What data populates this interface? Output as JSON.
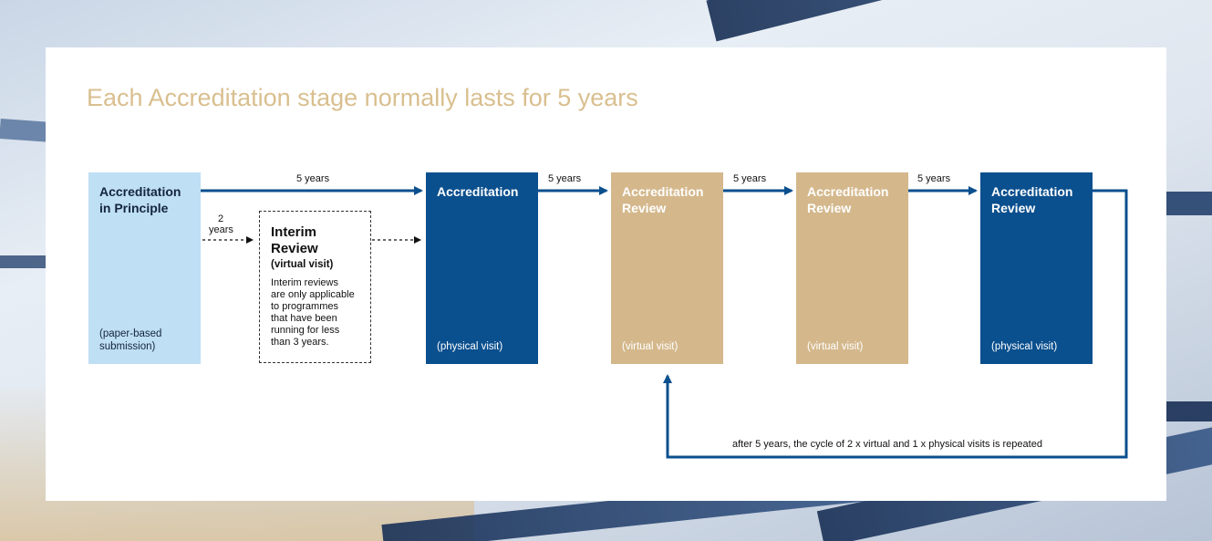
{
  "title": "Each Accreditation stage normally lasts for 5 years",
  "stages": [
    {
      "title_lines": [
        "Accreditation",
        "in Principle"
      ],
      "footer_lines": [
        "(paper-based",
        "submission)"
      ]
    },
    {
      "title_lines": [
        "Accreditation"
      ],
      "footer_lines": [
        "(physical visit)"
      ]
    },
    {
      "title_lines": [
        "Accreditation",
        "Review"
      ],
      "footer_lines": [
        "(virtual visit)"
      ]
    },
    {
      "title_lines": [
        "Accreditation",
        "Review"
      ],
      "footer_lines": [
        "(virtual visit)"
      ]
    },
    {
      "title_lines": [
        "Accreditation",
        "Review"
      ],
      "footer_lines": [
        "(physical visit)"
      ]
    }
  ],
  "interim": {
    "title_lines": [
      "Interim",
      "Review"
    ],
    "subtitle": "(virtual visit)",
    "note_lines": [
      "Interim reviews",
      "are only applicable",
      "to programmes",
      "that have been",
      "running for less",
      "than 3 years."
    ]
  },
  "labels": {
    "main_5_years": "5 years",
    "two_years": [
      "2",
      "years"
    ],
    "link_a": "5 years",
    "link_b": "5 years",
    "link_c": "5 years",
    "cycle_note": "after 5 years, the cycle of 2 x virtual and 1 x physical visits is repeated"
  },
  "colors": {
    "title": "#d9bf8f",
    "light_blue": "#bfdff4",
    "dark_blue": "#0a4f8e",
    "tan": "#d4b88c",
    "arrow": "#0a4f8e"
  }
}
